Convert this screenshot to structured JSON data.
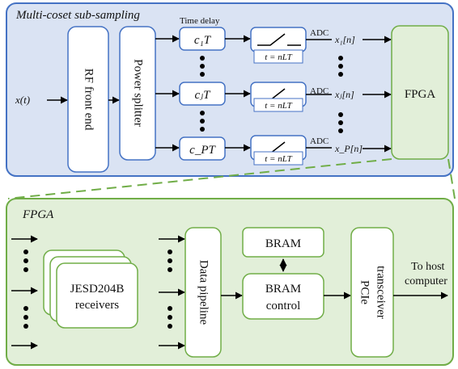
{
  "top_panel": {
    "title": "Multi-coset sub-sampling",
    "input_label": "x(t)",
    "rf_front_end": "RF front end",
    "power_splitter": "Power splitter",
    "time_delay_label": "Time delay",
    "delays": [
      "c₁T",
      "cⱼT",
      "c_PT"
    ],
    "switch_label": "t = nLT",
    "adc_label": "ADC",
    "outputs": [
      "x₁[n]",
      "xⱼ[n]",
      "x_P[n]"
    ],
    "fpga": "FPGA"
  },
  "bottom_panel": {
    "title": "FPGA",
    "jesd": [
      "JESD204B",
      "receivers"
    ],
    "data_pipeline": "Data pipeline",
    "bram": "BRAM",
    "bram_control": [
      "BRAM",
      "control"
    ],
    "pcie": [
      "PCIe",
      "transceiver"
    ],
    "host": [
      "To host",
      "computer"
    ]
  },
  "colors": {
    "top_fill": "#dae3f3",
    "top_border": "#4472c4",
    "bottom_fill": "#e2efd9",
    "bottom_border": "#70ad47",
    "fpga_fill": "#e2efd9"
  }
}
